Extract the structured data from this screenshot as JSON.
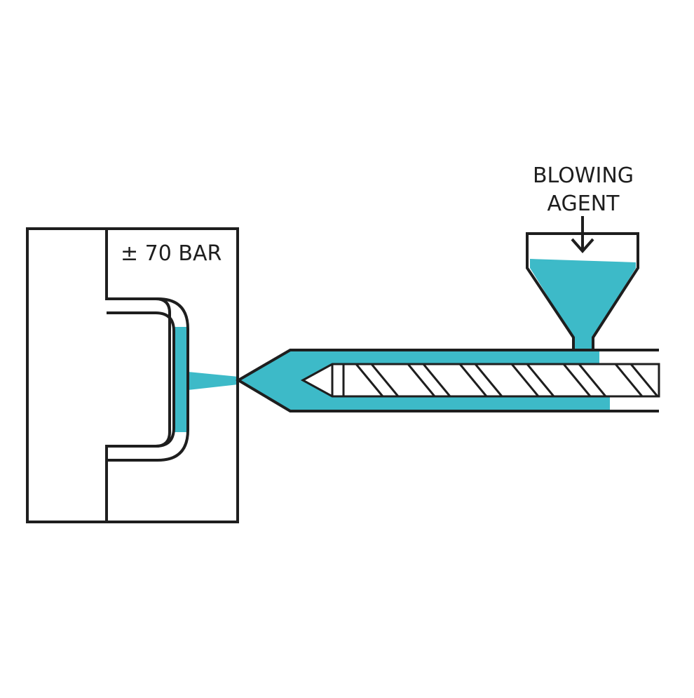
{
  "labels": {
    "pressure": "± 70 BAR",
    "blowing_agent_line1": "BLOWING",
    "blowing_agent_line2": "AGENT"
  },
  "colors": {
    "stroke": "#1e1e1e",
    "melt": "#3dbac8",
    "background": "#ffffff"
  }
}
